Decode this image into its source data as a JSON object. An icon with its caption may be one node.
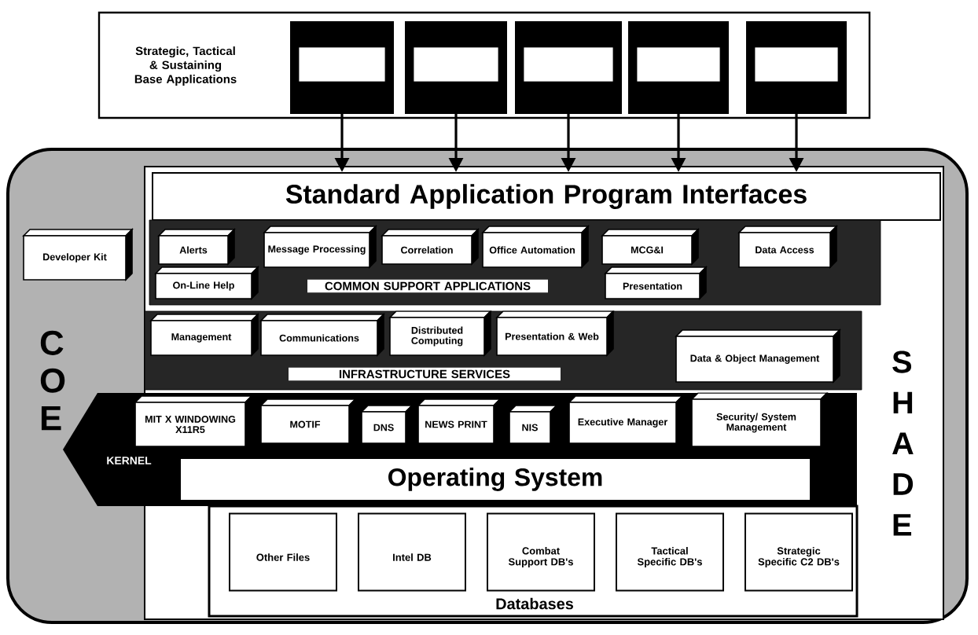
{
  "diagram": {
    "nodes": [
      {
        "text": [
          "Strategic, Tactical & Sustaining Base Applications"
        ]
      },
      {
        "text": [],
        "shape": "box",
        "in": 0
      },
      {
        "text": [],
        "shape": "box",
        "in": 0
      },
      {
        "text": [],
        "shape": "box",
        "in": 0
      },
      {
        "text": [],
        "shape": "box",
        "in": 0
      },
      {
        "text": [],
        "shape": "box",
        "in": 0
      },
      {
        "text": [
          "C O E"
        ]
      },
      {
        "text": [
          "Developer Kit"
        ],
        "in": 6
      },
      {
        "text": [
          "S H A D E"
        ],
        "in": 6
      },
      {
        "text": [
          "Standard Application Program Interfaces"
        ],
        "in": 8
      },
      {
        "text": [
          "COMMON SUPPORT APPLICATIONS"
        ],
        "in": 8
      },
      {
        "text": [
          "Alerts"
        ],
        "in": 10
      },
      {
        "text": [
          "Message Processing"
        ],
        "in": 10
      },
      {
        "text": [
          "Correlation"
        ],
        "in": 10
      },
      {
        "text": [
          "Office Automation"
        ],
        "in": 10
      },
      {
        "text": [
          "MCG&I"
        ],
        "in": 10
      },
      {
        "text": [
          "Data Access"
        ],
        "in": 10
      },
      {
        "text": [
          "On-Line Help"
        ],
        "in": 10
      },
      {
        "text": [
          "Presentation"
        ],
        "in": 10
      },
      {
        "text": [
          "INFRASTRUCTURE SERVICES"
        ],
        "in": 8
      },
      {
        "text": [
          "Management"
        ],
        "in": 19
      },
      {
        "text": [
          "Communications"
        ],
        "in": 19
      },
      {
        "text": [
          "Distributed Computing"
        ],
        "in": 19
      },
      {
        "text": [
          "Presentation & Web"
        ],
        "in": 19
      },
      {
        "text": [
          "Data & Object Management"
        ],
        "in": 19
      },
      {
        "text": [
          "KERNEL"
        ],
        "in": 6
      },
      {
        "text": [
          "MIT X WINDOWING X11R5"
        ],
        "in": 25
      },
      {
        "text": [
          "MOTIF"
        ],
        "in": 25
      },
      {
        "text": [
          "DNS"
        ],
        "in": 25
      },
      {
        "text": [
          "NEWS PRINT"
        ],
        "in": 25
      },
      {
        "text": [
          "NIS"
        ],
        "in": 25
      },
      {
        "text": [
          "Executive Manager"
        ],
        "in": 25
      },
      {
        "text": [
          "Security/ System Management"
        ],
        "in": 25
      },
      {
        "text": [
          "Operating System"
        ],
        "in": 25
      },
      {
        "text": [
          "Databases"
        ],
        "in": 8
      },
      {
        "text": [
          "Other Files"
        ],
        "in": 34
      },
      {
        "text": [
          "Intel DB"
        ],
        "in": 34
      },
      {
        "text": [
          "Combat Support DB's"
        ],
        "in": 34
      },
      {
        "text": [
          "Tactical Specific DB's"
        ],
        "in": 34
      },
      {
        "text": [
          "Strategic Specific C2 DB's"
        ],
        "in": 34
      }
    ],
    "edges": [
      {
        "from": 1,
        "to": 9,
        "arrow": "to"
      },
      {
        "from": 2,
        "to": 9,
        "arrow": "to"
      },
      {
        "from": 3,
        "to": 9,
        "arrow": "to"
      },
      {
        "from": 4,
        "to": 9,
        "arrow": "to"
      },
      {
        "from": 5,
        "to": 9,
        "arrow": "to"
      }
    ]
  }
}
